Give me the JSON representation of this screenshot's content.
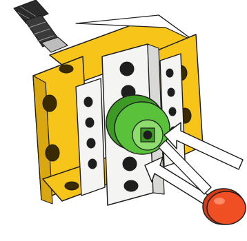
{
  "illustration": {
    "subject": "building-instruction-step",
    "parts": [
      {
        "name": "cable-connector",
        "color": "#2b2b2b"
      },
      {
        "name": "yellow-frame",
        "color": "#f7c51a"
      },
      {
        "name": "white-beam",
        "color": "#f4f4f2"
      },
      {
        "name": "green-bushing",
        "color": "#59c13a"
      },
      {
        "name": "red-axle-pin",
        "color": "#f04e23"
      }
    ],
    "arrows": [
      {
        "name": "insert-arrow-upper",
        "color": "#ffffff"
      },
      {
        "name": "insert-arrow-lower",
        "color": "#ffffff"
      }
    ],
    "outline_color": "#1e1e1e"
  }
}
